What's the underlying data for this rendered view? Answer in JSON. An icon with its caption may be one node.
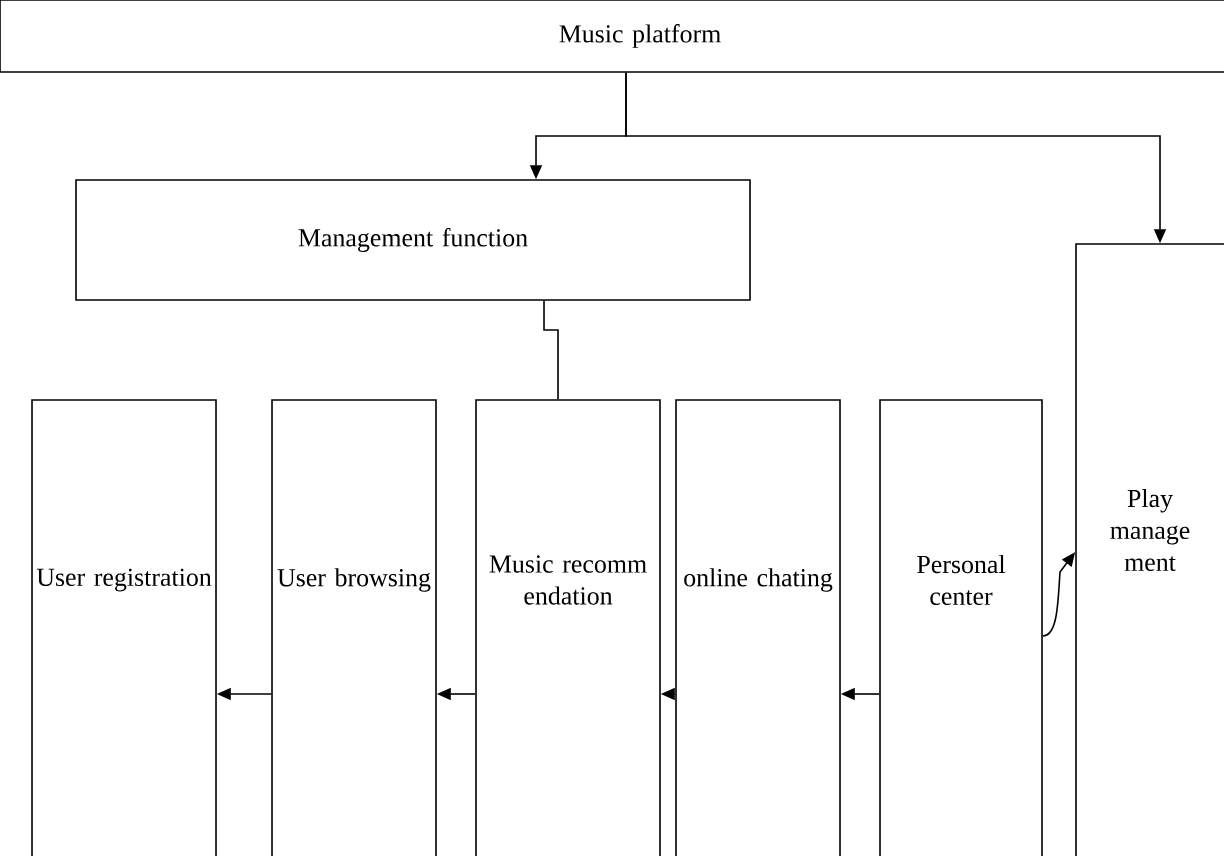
{
  "diagram": {
    "nodes": [
      {
        "text": [
          "Music platform"
        ]
      },
      {
        "text": [
          "Management function"
        ]
      },
      {
        "text": [
          "Play manage ment"
        ]
      },
      {
        "text": [
          "User registration"
        ]
      },
      {
        "text": [
          "User browsing"
        ]
      },
      {
        "text": [
          "Music recomm endation"
        ]
      },
      {
        "text": [
          "online chating"
        ]
      },
      {
        "text": [
          "Personal center"
        ]
      }
    ],
    "edges": [
      {
        "from": 0,
        "to": 1,
        "arrow": "to"
      },
      {
        "from": 0,
        "to": 2,
        "arrow": "to"
      },
      {
        "from": 1,
        "to": 5,
        "arrow": "none"
      },
      {
        "from": 7,
        "to": 6,
        "arrow": "to"
      },
      {
        "from": 6,
        "to": 5,
        "arrow": "to"
      },
      {
        "from": 5,
        "to": 4,
        "arrow": "to"
      },
      {
        "from": 4,
        "to": 3,
        "arrow": "to"
      },
      {
        "from": 7,
        "to": 2,
        "arrow": "to"
      }
    ]
  }
}
